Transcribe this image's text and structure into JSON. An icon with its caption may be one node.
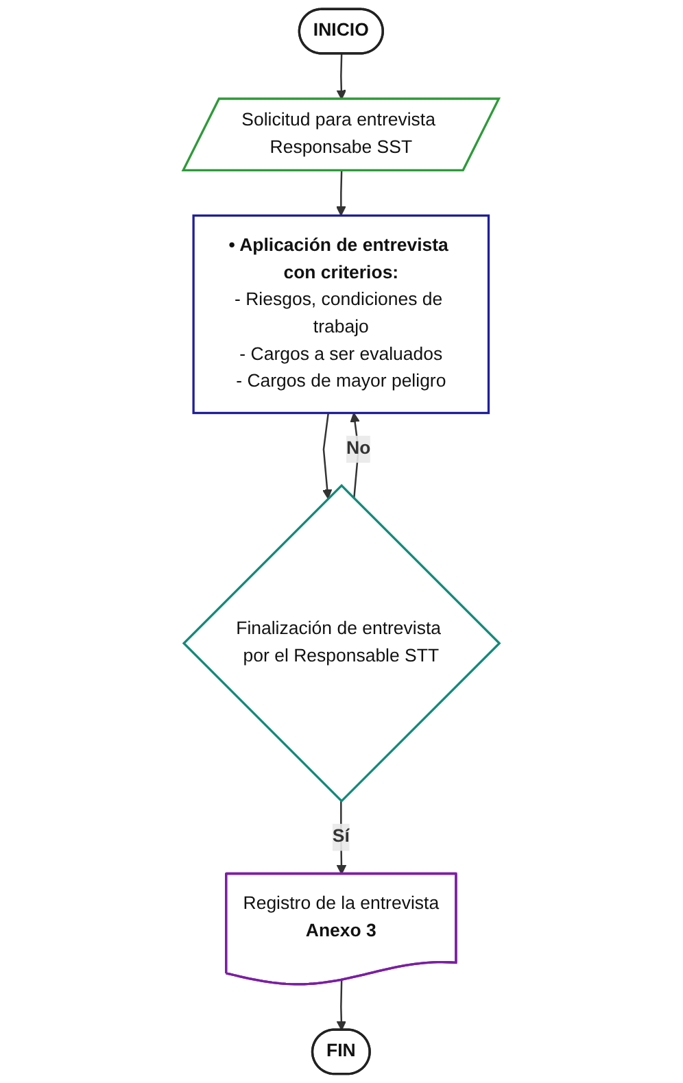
{
  "diagram": {
    "nodes": [
      {
        "text": [
          "INICIO"
        ]
      },
      {
        "text": [
          "Solicitud para entrevista Responsabe SST"
        ]
      },
      {
        "text": [
          "• Aplicación de entrevista con criterios:",
          "- Riesgos, condiciones de trabajo",
          "- Cargos a ser evaluados",
          "- Cargos de mayor peligro"
        ]
      },
      {
        "text": [
          "Finalización de entrevista por el Responsable STT"
        ]
      },
      {
        "text": [
          "Registro de la entrevista",
          "Anexo 3"
        ]
      },
      {
        "text": [
          "FIN"
        ]
      }
    ],
    "edges": [
      {
        "from": 0,
        "to": 1,
        "arrow": "to"
      },
      {
        "from": 1,
        "to": 2,
        "arrow": "to"
      },
      {
        "from": 2,
        "to": 3,
        "arrow": "to"
      },
      {
        "from": 3,
        "to": 4,
        "arrow": "to",
        "label": "Sí"
      },
      {
        "from": 3,
        "to": 2,
        "arrow": "to",
        "label": "No"
      },
      {
        "from": 4,
        "to": 5,
        "arrow": "to"
      }
    ]
  }
}
